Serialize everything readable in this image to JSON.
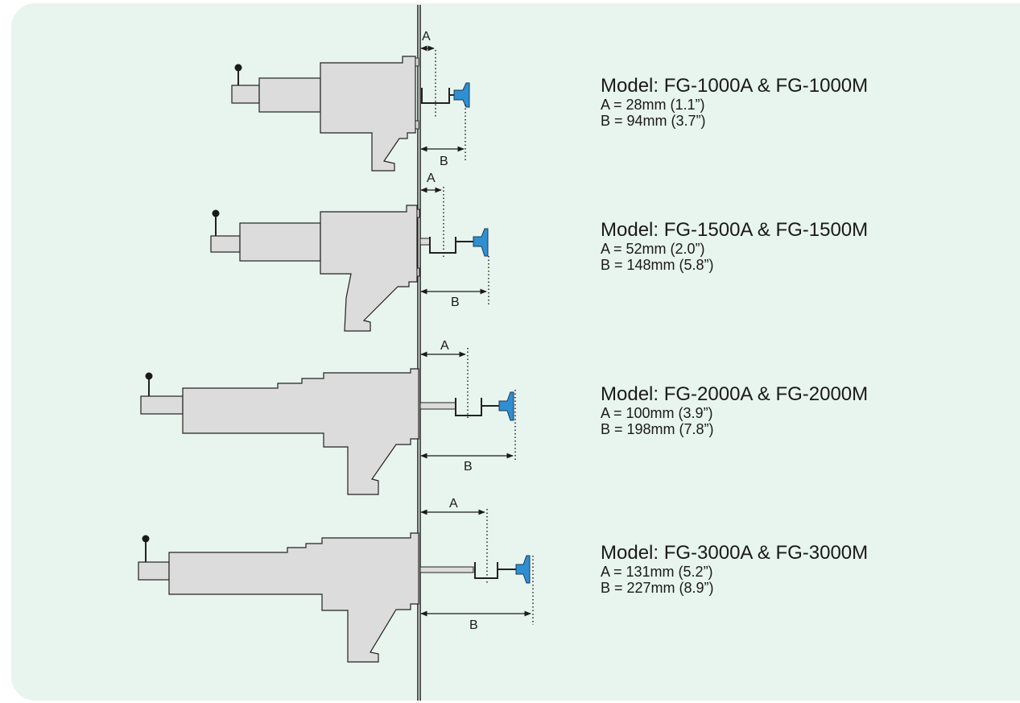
{
  "models": [
    {
      "model": "Model: FG-1000A & FG-1000M",
      "a": "A = 28mm (1.1”)",
      "b": "B = 94mm (3.7”)"
    },
    {
      "model": "Model: FG-1500A & FG-1500M",
      "a": "A = 52mm (2.0”)",
      "b": "B = 148mm (5.8”)"
    },
    {
      "model": "Model: FG-2000A & FG-2000M",
      "a": "A = 100mm (3.9”)",
      "b": "B = 198mm (7.8”)"
    },
    {
      "model": "Model: FG-3000A & FG-3000M",
      "a": "A = 131mm (5.2”)",
      "b": "B = 227mm (8.9”)"
    }
  ],
  "dimension_letters": {
    "a": "A",
    "b": "B"
  },
  "colors": {
    "background": "#e8f4ee",
    "tool_body": "#dcdcdc",
    "outline": "#222222",
    "handle_knob": "#1a1a1a",
    "blue_clamp": "#2f8fd0"
  }
}
